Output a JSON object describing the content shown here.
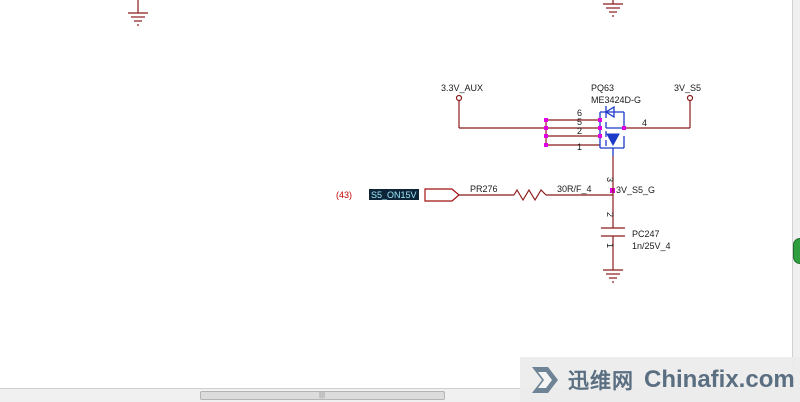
{
  "schematic": {
    "ref_marker": "(43)",
    "input_net": "S5_ON15V",
    "net_3v3_aux": "3.3V_AUX",
    "net_3v_s5": "3V_S5",
    "net_3v_s5_g": "3V_S5_G",
    "mosfet": {
      "ref": "PQ63",
      "part": "ME3424D-G",
      "pins": [
        "6",
        "5",
        "2",
        "1"
      ],
      "drain_pin": "4",
      "gate_pin": "3"
    },
    "resistor": {
      "ref": "PR276",
      "value": "30R/F_4"
    },
    "capacitor": {
      "ref": "PC247",
      "value": "1n/25V_4",
      "pin_top": "2",
      "pin_bottom": "1"
    }
  },
  "scrollbar": {
    "grip": "|||"
  },
  "watermark": {
    "cn": "迅维网",
    "en": "Chinafix.com"
  }
}
